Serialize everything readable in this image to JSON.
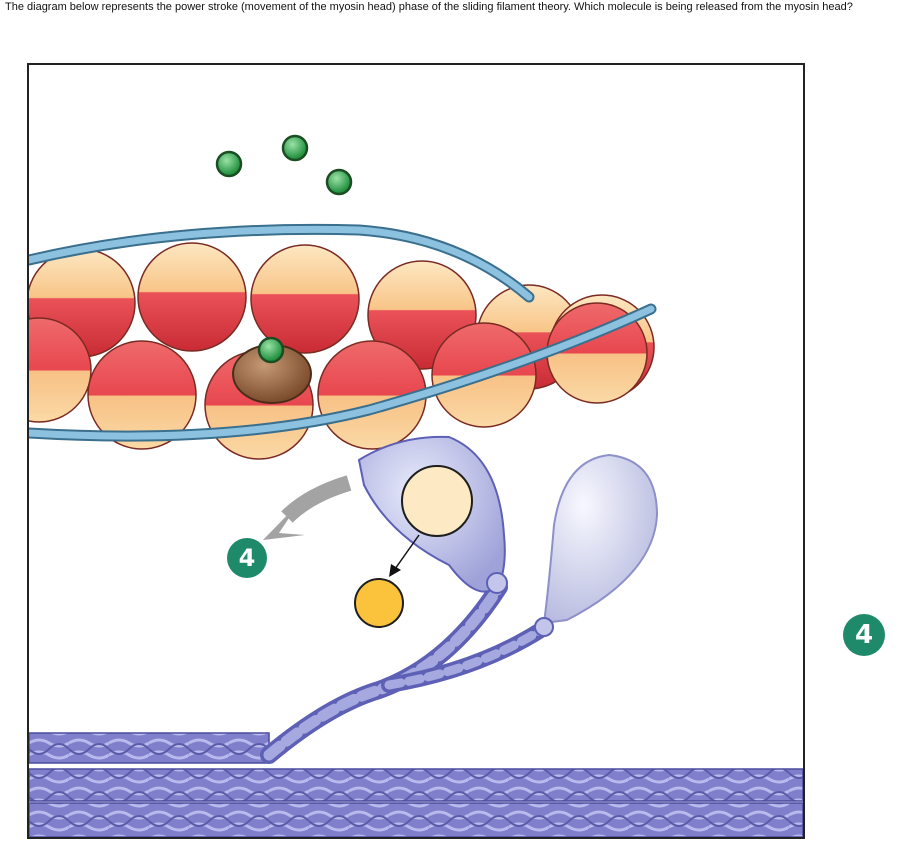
{
  "question": {
    "text": "The diagram below represents the power stroke (movement of the myosin head) phase of the sliding filament theory. Which molecule is being released from the myosin head?"
  },
  "diagram": {
    "step_label": "4",
    "answer_marker_label": "4"
  },
  "colors": {
    "badge": "#1f8a6a",
    "actin_red": "#e8424a",
    "actin_peach": "#f9c98a",
    "tropomyosin": "#7fb6d6",
    "myosin": "#a9acdc",
    "myosin_outline": "#5d60b5",
    "calcium_green": "#2e9e48",
    "adp": "#fbe6bf",
    "phosphate": "#fbc33b",
    "troponin": "#8b5a3a",
    "arrow_gray": "#9a9a9a"
  }
}
